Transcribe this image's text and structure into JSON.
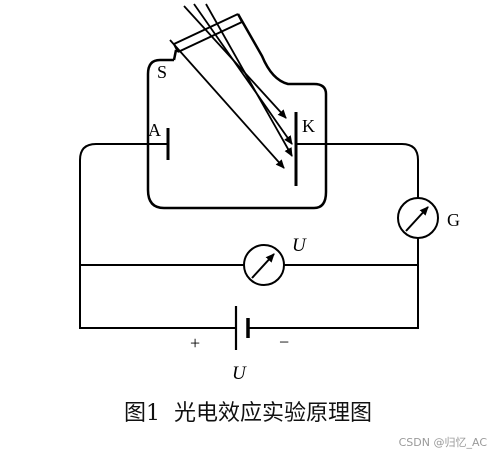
{
  "diagram": {
    "labels": {
      "slit": "S",
      "anode": "A",
      "cathode": "K",
      "galvanometer": "G",
      "voltmeter": "U",
      "source_voltage": "U",
      "plus": "+",
      "minus": "−"
    },
    "caption": "图1  光电效应实验原理图",
    "colors": {
      "line": "#000000",
      "caption": "#111111",
      "watermark": "#9a9a9a"
    }
  },
  "watermark": "CSDN @归忆_AC"
}
